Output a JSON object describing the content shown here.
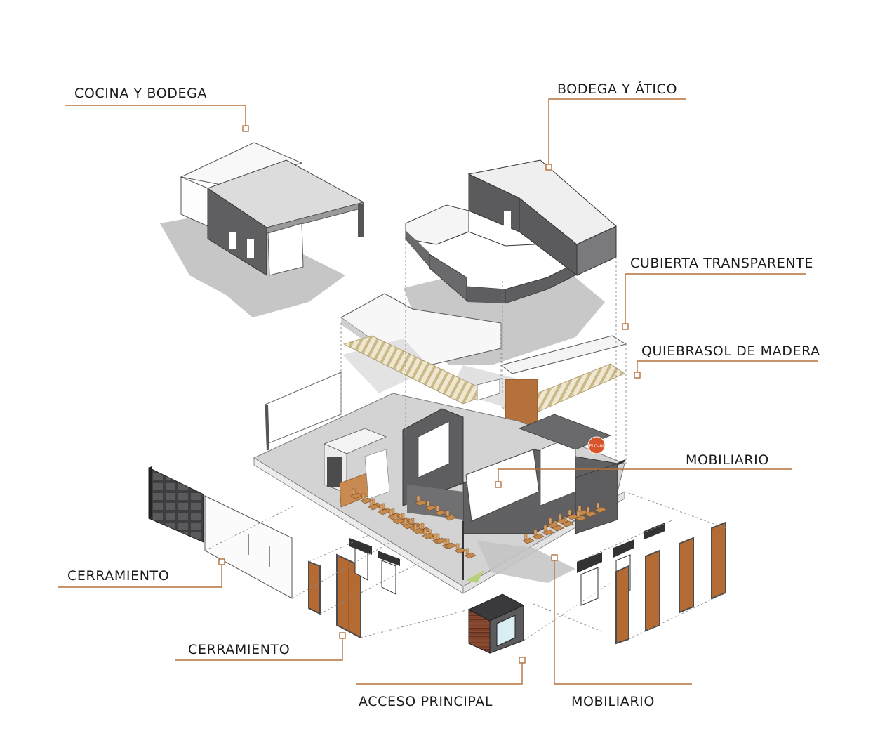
{
  "labels": {
    "cocina_bodega": "COCINA Y BODEGA",
    "bodega_atico": "BODEGA Y ÁTICO",
    "cubierta": "CUBIERTA TRANSPARENTE",
    "quiebrasol": "QUIEBRASOL DE MADERA",
    "mobiliario_right": "MOBILIARIO",
    "cerramiento_left": "CERRAMIENTO",
    "cerramiento_center": "CERRAMIENTO",
    "acceso": "ACCESO PRINCIPAL",
    "mobiliario_bottom": "MOBILIARIO",
    "logo_text": "El Café"
  },
  "colors": {
    "leader": "#b5703a",
    "wall_dark": "#5c5c5e",
    "wall_mid": "#8c8c8e",
    "wall_light": "#f4f4f4",
    "shadow": "#c9c9c9",
    "wood": "#b46a33",
    "louver": "#d8cba4",
    "furniture": "#c58a4b",
    "brick": "#7a3f2a",
    "logo": "#d8542a",
    "dashed": "#8a8a8a"
  }
}
